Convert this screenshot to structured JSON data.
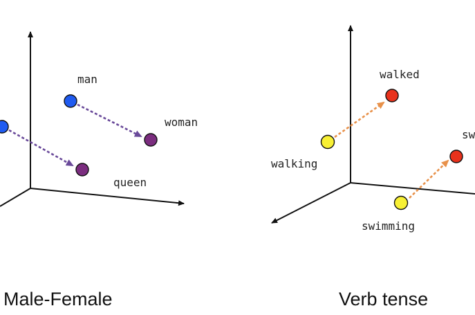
{
  "colors": {
    "blue": "#1f5bf0",
    "purple": "#7b2d7f",
    "yellow": "#f8f034",
    "red": "#e8321c",
    "gender_arrow": "#6a4a9a",
    "tense_arrow": "#e8914a"
  },
  "left_panel": {
    "caption": "Male-Female",
    "labels": {
      "man": "man",
      "woman": "woman",
      "queen": "queen"
    }
  },
  "right_panel": {
    "caption": "Verb tense",
    "labels": {
      "walked": "walked",
      "walking": "walking",
      "swimming": "swimming",
      "swam_partial": "sw"
    }
  }
}
